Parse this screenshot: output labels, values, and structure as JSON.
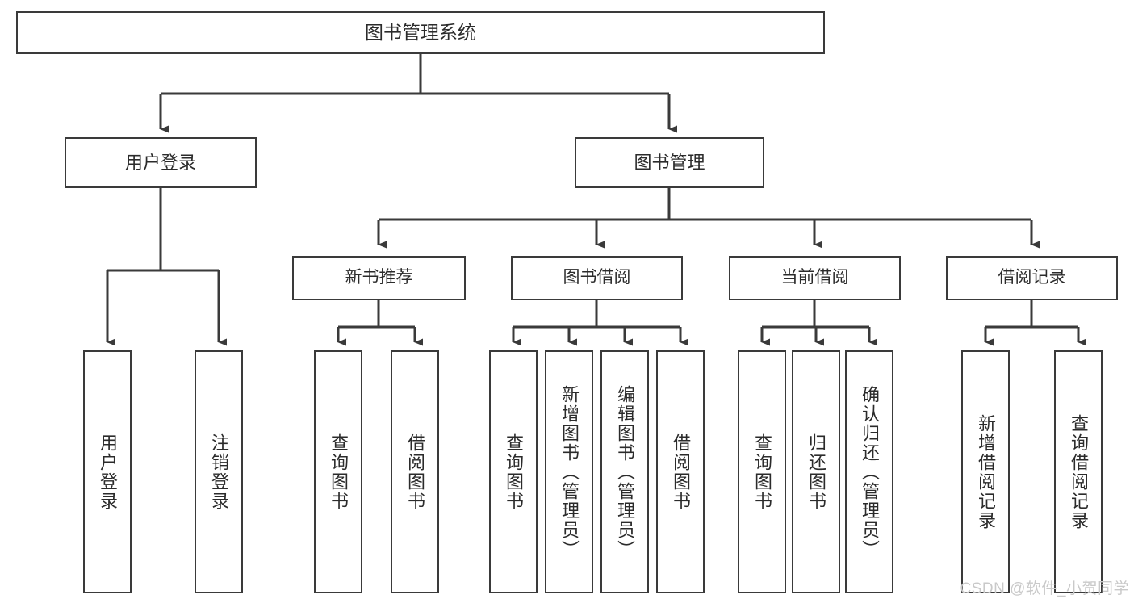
{
  "diagram": {
    "title": "图书管理系统",
    "type": "tree-hierarchy",
    "orientation": "top-down",
    "colors": {
      "line": "#3a3a3a",
      "box_border": "#3a3a3a",
      "box_fill": "#ffffff",
      "text": "#2b2b2b",
      "watermark": "#c9c9c9",
      "background": "#ffffff"
    },
    "watermark": "CSDN @软件_小贺同学"
  },
  "nodes": {
    "root": {
      "label": "图书管理系统"
    },
    "level1": [
      {
        "label": "用户登录"
      },
      {
        "label": "图书管理"
      }
    ],
    "level2": [
      {
        "label": "新书推荐"
      },
      {
        "label": "图书借阅"
      },
      {
        "label": "当前借阅"
      },
      {
        "label": "借阅记录"
      }
    ],
    "leaves": {
      "user_login": [
        {
          "label": "用户登录"
        },
        {
          "label": "注销登录"
        }
      ],
      "new_book": [
        {
          "label": "查询图书"
        },
        {
          "label": "借阅图书"
        }
      ],
      "book_borrow": [
        {
          "label": "查询图书"
        },
        {
          "label": "新增图书（管理员）"
        },
        {
          "label": "编辑图书（管理员）"
        },
        {
          "label": "借阅图书"
        }
      ],
      "current_borrow": [
        {
          "label": "查询图书"
        },
        {
          "label": "归还图书"
        },
        {
          "label": "确认归还（管理员）"
        }
      ],
      "borrow_record": [
        {
          "label": "新增借阅记录"
        },
        {
          "label": "查询借阅记录"
        }
      ]
    }
  }
}
